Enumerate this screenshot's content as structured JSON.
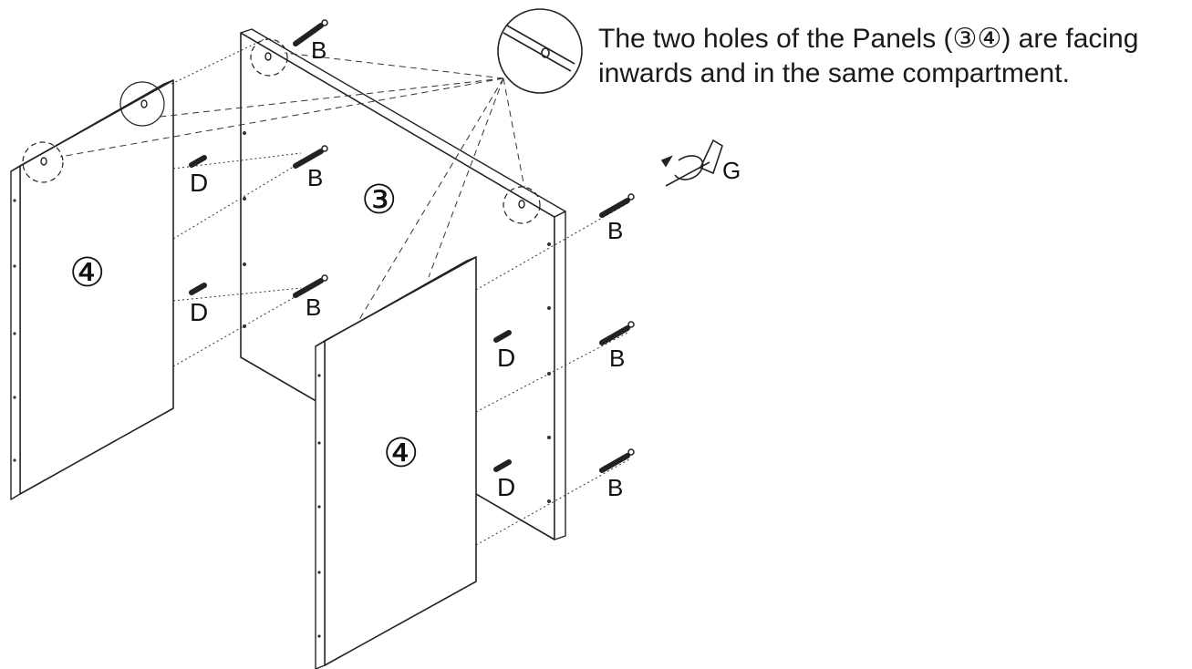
{
  "note": {
    "line1": "The two holes of  the Panels (③④) are facing",
    "line2": "inwards and in the same compartment."
  },
  "panels": {
    "back": "③",
    "left": "④",
    "front": "④"
  },
  "parts": {
    "bolt": "B",
    "dowel": "D",
    "tool": "G"
  }
}
